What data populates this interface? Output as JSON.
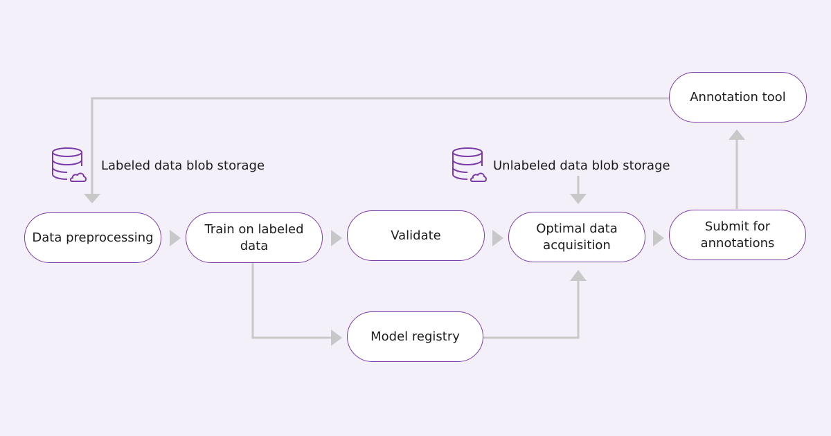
{
  "diagram": {
    "nodes": {
      "data_preprocessing": "Data preprocessing",
      "train": "Train on labeled\ndata",
      "validate": "Validate",
      "optimal_acquisition": "Optimal data\nacquisition",
      "submit": "Submit for\nannotations",
      "annotation_tool": "Annotation tool",
      "model_registry": "Model registry"
    },
    "storage": {
      "labeled": "Labeled data blob storage",
      "unlabeled": "Unlabeled data blob storage"
    },
    "colors": {
      "background": "#f4f0fa",
      "node_border": "#7a3aa8",
      "connector": "#c8c8c8",
      "icon": "#7a3aa8"
    }
  }
}
